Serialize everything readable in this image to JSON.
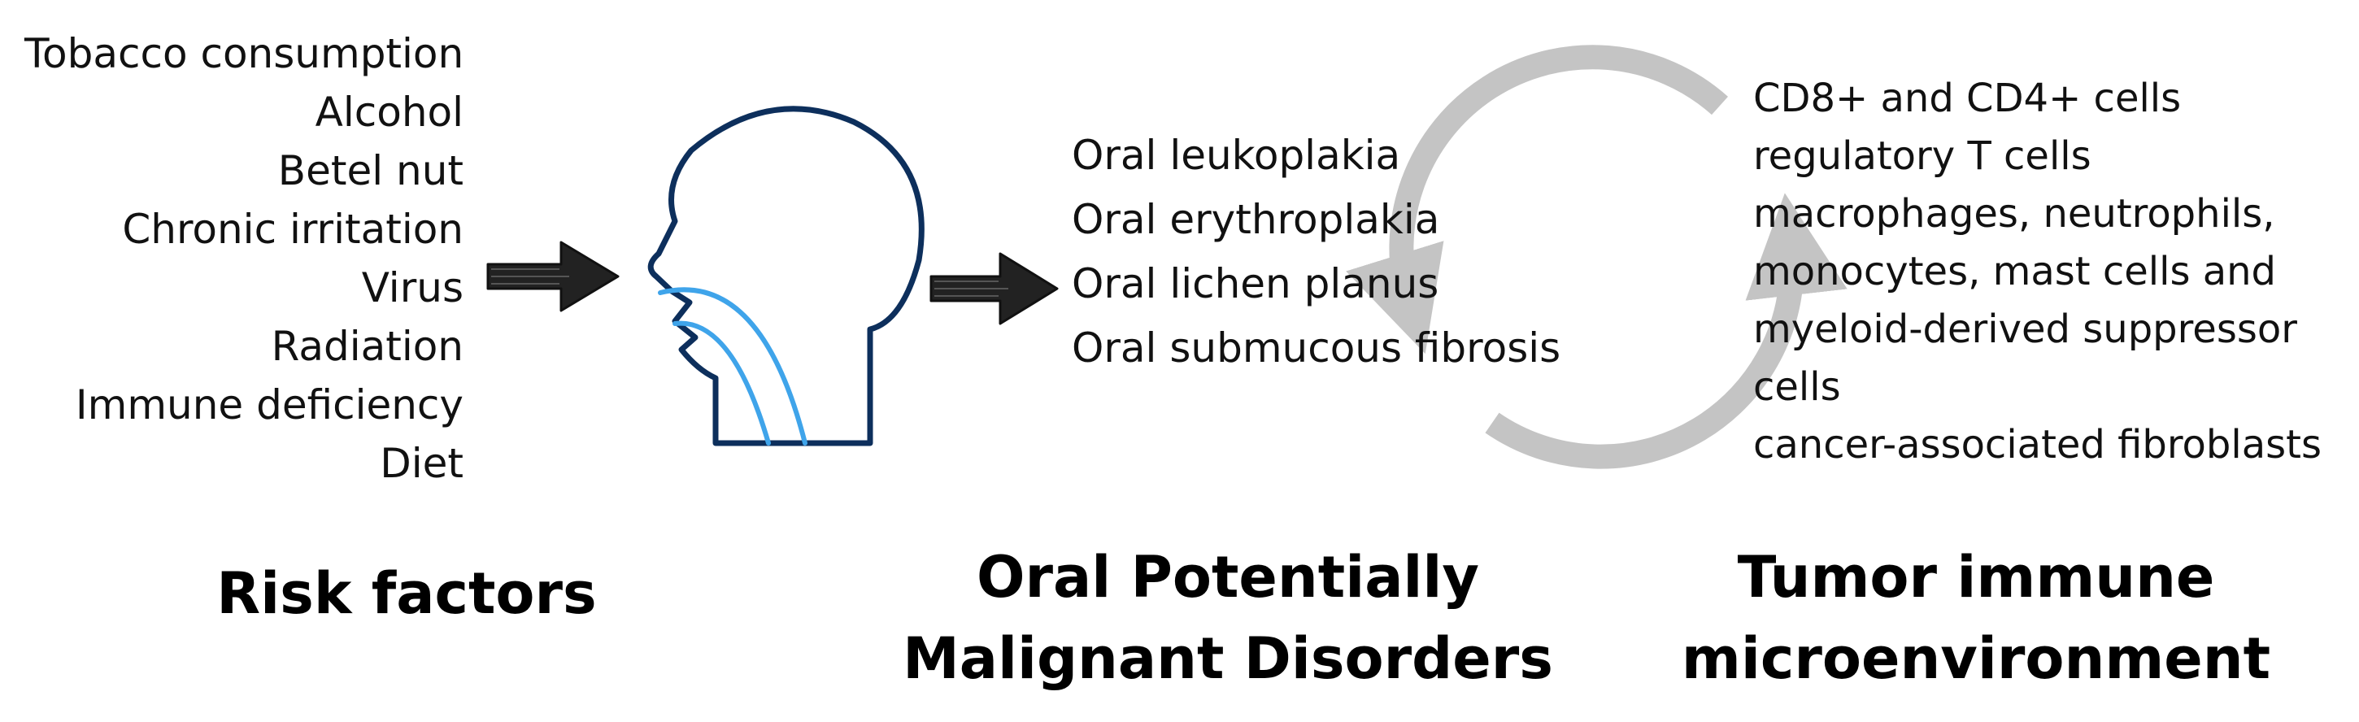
{
  "risk_factors": {
    "items": [
      "Tobacco consumption",
      "Alcohol",
      "Betel nut",
      "Chronic irritation",
      "Virus",
      "Radiation",
      "Immune deficiency",
      "Diet"
    ],
    "heading": "Risk factors"
  },
  "opmd": {
    "items": [
      "Oral leukoplakia",
      "Oral erythroplakia",
      "Oral lichen planus",
      "Oral submucous fibrosis"
    ],
    "heading_line1": "Oral Potentially",
    "heading_line2": "Malignant Disorders"
  },
  "tme": {
    "items": [
      "CD8+ and CD4+ cells",
      "regulatory T cells",
      "macrophages, neutrophils,",
      "monocytes, mast cells and",
      "myeloid-derived suppressor",
      "cells",
      "cancer-associated fibroblasts"
    ],
    "heading_line1": "Tumor immune",
    "heading_line2": "microenvironment"
  },
  "icons": [
    "arrow-right-icon",
    "head-profile-icon",
    "circular-cycle-arrows-icon"
  ],
  "colors": {
    "head_outline": "#0d2f5c",
    "airway": "#3fa4ea",
    "cycle_arrows": "#c4c4c4",
    "arrows": "#222222"
  }
}
